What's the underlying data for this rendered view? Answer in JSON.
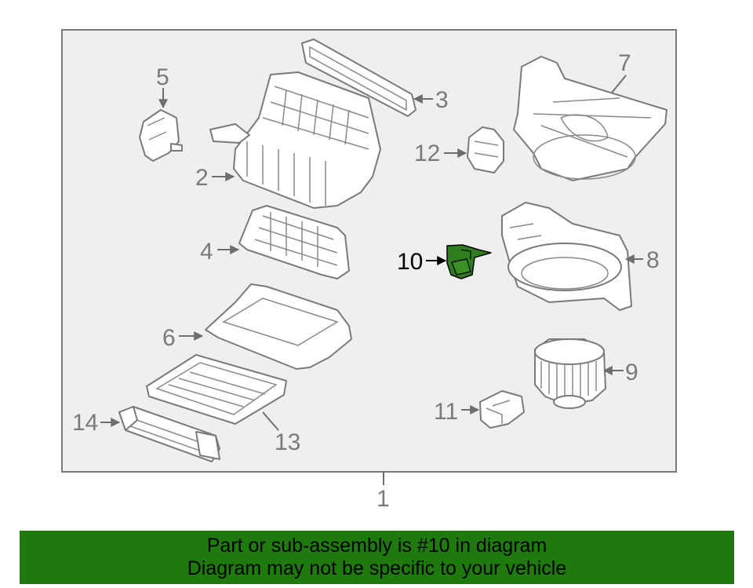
{
  "diagram": {
    "callouts": {
      "c1": "1",
      "c2": "2",
      "c3": "3",
      "c4": "4",
      "c5": "5",
      "c6": "6",
      "c7": "7",
      "c8": "8",
      "c9": "9",
      "c10": "10",
      "c11": "11",
      "c12": "12",
      "c13": "13",
      "c14": "14"
    },
    "colors": {
      "frame_bg": "#efefef",
      "highlight": "#2e7d1e",
      "banner": "#1f7a0e",
      "line": "#7a7a7a"
    }
  },
  "banner": {
    "line1": "Part or sub-assembly is #10 in diagram",
    "line2": "Diagram may not be specific to your vehicle"
  }
}
